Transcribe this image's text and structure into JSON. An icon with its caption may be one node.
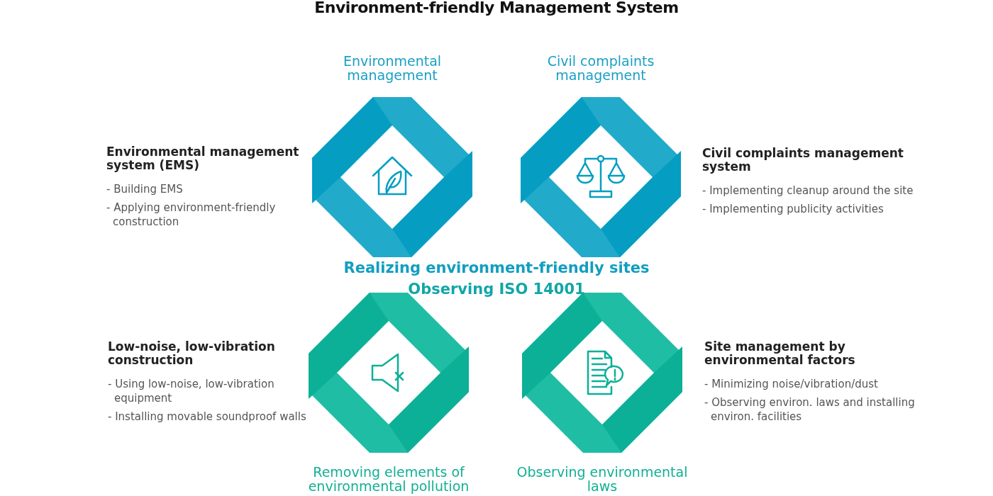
{
  "diagram": {
    "title": "Environment-friendly Management System",
    "nodes": [
      {
        "text": [
          "Environmental management"
        ],
        "beside": [
          "Environmental management system (EMS)",
          "- Building EMS",
          "- Applying environment-friendly construction"
        ]
      },
      {
        "text": [
          "Civil complaints management"
        ],
        "beside": [
          "Civil complaints management system",
          "- Implementing cleanup around the site",
          "- Implementing publicity activities"
        ]
      },
      {
        "text": [
          "Removing elements of environmental pollution"
        ],
        "beside": [
          "Low-noise, low-vibration construction",
          "- Using low-noise, low-vibration equipment",
          "- Installing movable soundproof walls"
        ]
      },
      {
        "text": [
          "Observing environmental laws"
        ],
        "beside": [
          "Site management by environmental factors",
          "- Minimizing noise/vibration/dust",
          "- Observing environ. laws and installing environ. facilities"
        ]
      }
    ],
    "labels": [
      "Realizing environment-friendly sites",
      "Observing ISO 14001"
    ]
  }
}
